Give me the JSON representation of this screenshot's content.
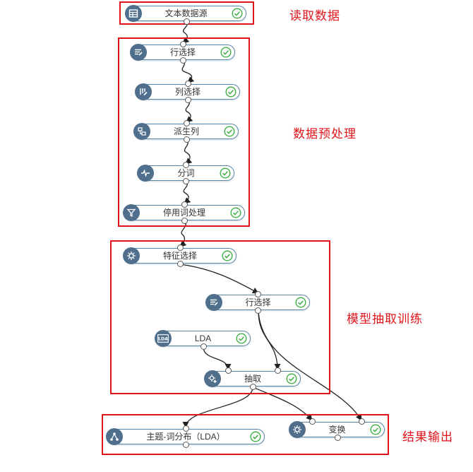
{
  "groups": [
    {
      "id": "read",
      "label": "读取数据"
    },
    {
      "id": "prep",
      "label": "数据预处理"
    },
    {
      "id": "train",
      "label": "模型抽取训练"
    },
    {
      "id": "out",
      "label": "结果输出"
    }
  ],
  "nodes": [
    {
      "id": "n1",
      "label": "文本数据源",
      "icon": "table-icon",
      "status": "success"
    },
    {
      "id": "n2",
      "label": "行选择",
      "icon": "filter-list-icon",
      "status": "success"
    },
    {
      "id": "n3",
      "label": "列选择",
      "icon": "filter-list-icon",
      "status": "success"
    },
    {
      "id": "n4",
      "label": "派生列",
      "icon": "derive-icon",
      "status": "success"
    },
    {
      "id": "n5",
      "label": "分词",
      "icon": "wave-icon",
      "status": "success"
    },
    {
      "id": "n6",
      "label": "停用词处理",
      "icon": "funnel-icon",
      "status": "success"
    },
    {
      "id": "n7",
      "label": "特征选择",
      "icon": "gear-icon",
      "status": "success"
    },
    {
      "id": "n8",
      "label": "行选择",
      "icon": "filter-list-icon",
      "status": "success"
    },
    {
      "id": "n9",
      "label": "LDA",
      "icon": "lda-icon",
      "status": "success"
    },
    {
      "id": "n10",
      "label": "抽取",
      "icon": "gear-plus-icon",
      "status": "success"
    },
    {
      "id": "n11",
      "label": "主题-词分布（LDA）",
      "icon": "network-icon",
      "status": "success"
    },
    {
      "id": "n12",
      "label": "变换",
      "icon": "transform-icon",
      "status": "success"
    }
  ],
  "edges": [
    {
      "from": "n1",
      "to": "n2"
    },
    {
      "from": "n2",
      "to": "n3"
    },
    {
      "from": "n3",
      "to": "n4"
    },
    {
      "from": "n4",
      "to": "n5"
    },
    {
      "from": "n5",
      "to": "n6"
    },
    {
      "from": "n6",
      "to": "n7"
    },
    {
      "from": "n7",
      "to": "n8"
    },
    {
      "from": "n8",
      "to": "n10"
    },
    {
      "from": "n9",
      "to": "n10"
    },
    {
      "from": "n8",
      "to": "n12"
    },
    {
      "from": "n10",
      "to": "n11"
    },
    {
      "from": "n10",
      "to": "n12"
    }
  ],
  "colors": {
    "group_border": "#e0131a",
    "node_icon_bg": "#4f6f8c",
    "node_border": "#5a86a8",
    "check": "#3cb043",
    "edge": "#222222"
  }
}
